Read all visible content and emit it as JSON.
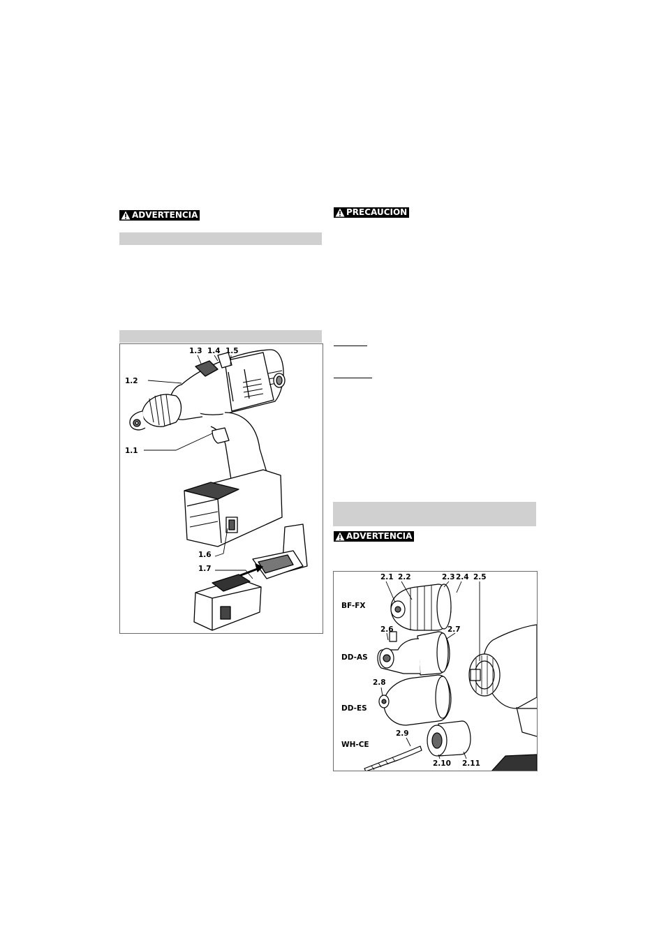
{
  "left_column": {
    "warning_badge": "ADVERTENCIA",
    "figure1": {
      "callouts": [
        "1.1",
        "1.2",
        "1.3",
        "1.4",
        "1.5",
        "1.6",
        "1.7"
      ]
    }
  },
  "right_column": {
    "caution_badge": "PRECAUCION",
    "warning_badge": "ADVERTENCIA",
    "figure2": {
      "callouts": [
        "2.1",
        "2.2",
        "2.3",
        "2.4",
        "2.5",
        "2.6",
        "2.7",
        "2.8",
        "2.9",
        "2.10",
        "2.11"
      ],
      "attachments": [
        "BF-FX",
        "DD-AS",
        "DD-ES",
        "WH-CE"
      ]
    }
  }
}
